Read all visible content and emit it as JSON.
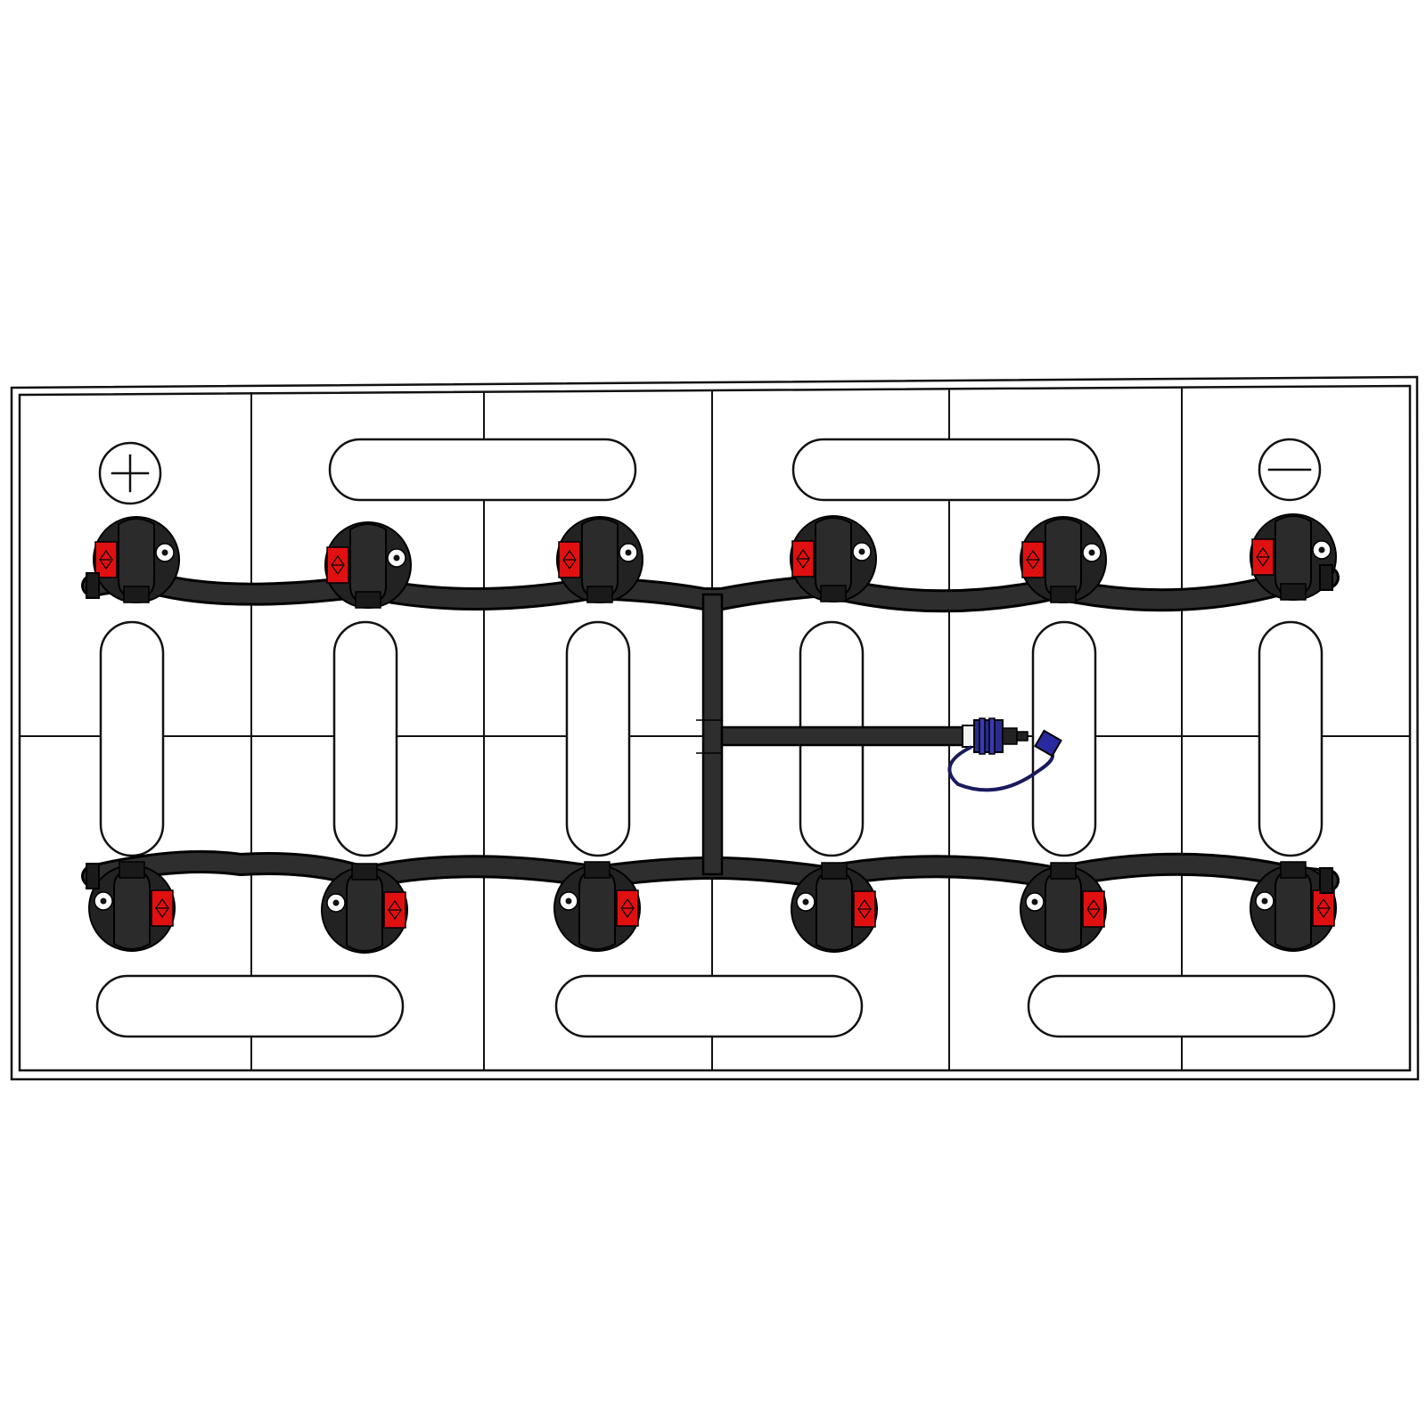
{
  "diagram": {
    "type": "battery-watering-system-layout",
    "cells_per_row": 6,
    "rows": 2,
    "positive_label": "+",
    "negative_label": "−",
    "colors": {
      "background": "#ffffff",
      "outline": "#111111",
      "cable": "#2e2e2e",
      "cap": "#222222",
      "flag": "#e01010",
      "coupler": "#2a2a8a",
      "coupler_tube": "#1a1a5e"
    },
    "icons": {
      "positive": "plus-icon",
      "negative": "minus-icon",
      "filler_cap": "filler-cap-icon",
      "float_indicator": "float-indicator-icon",
      "fill_coupler": "fill-coupler-icon"
    }
  }
}
